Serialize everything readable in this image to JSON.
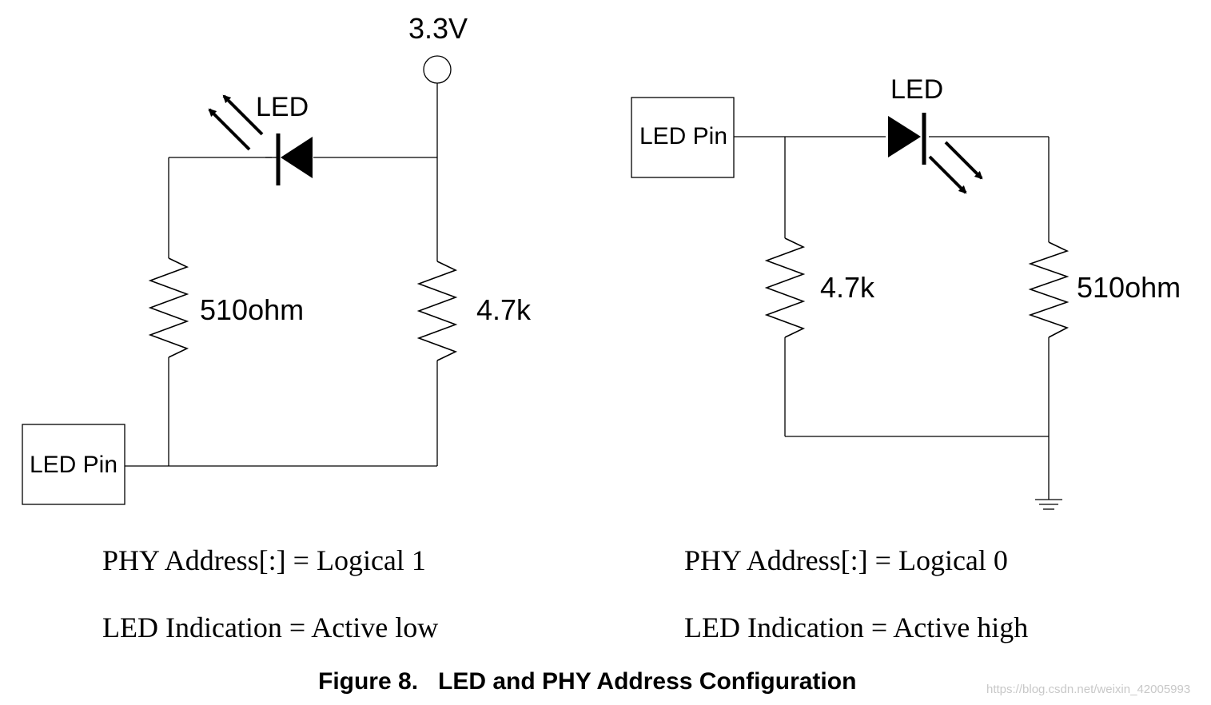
{
  "left_circuit": {
    "supply_label": "3.3V",
    "led_label": "LED",
    "resistor_left_label": "510ohm",
    "resistor_right_label": "4.7k",
    "pin_label": "LED Pin",
    "phy_address": "PHY Address[:] = Logical 1",
    "led_indication": "LED Indication = Active low"
  },
  "right_circuit": {
    "led_label": "LED",
    "resistor_left_label": "4.7k",
    "resistor_right_label": "510ohm",
    "pin_label": "LED Pin",
    "phy_address": "PHY Address[:] = Logical 0",
    "led_indication": "LED Indication = Active high"
  },
  "figure_caption": "Figure 8.   LED and PHY Address Configuration",
  "watermark": "https://blog.csdn.net/weixin_42005993"
}
